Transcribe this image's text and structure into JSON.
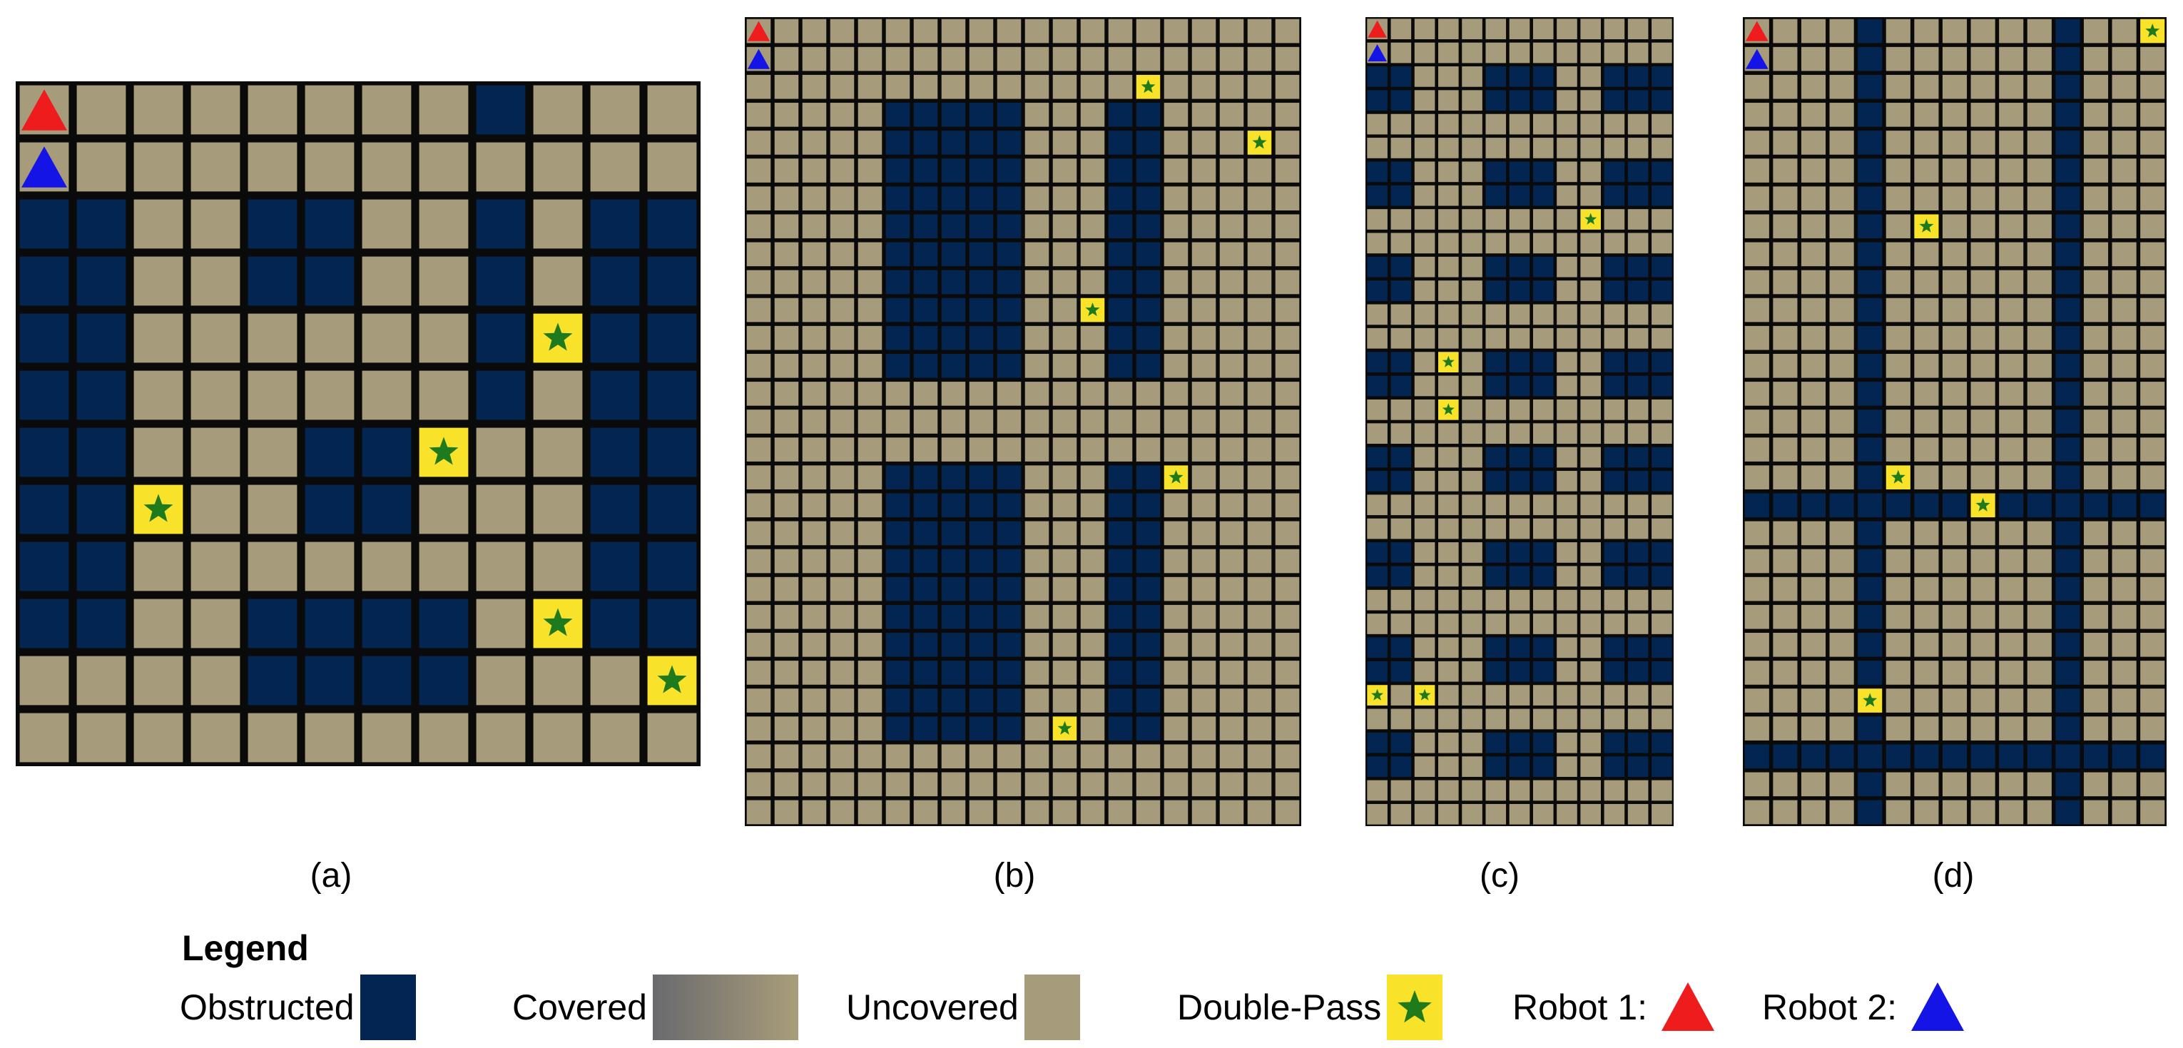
{
  "colors": {
    "obstructed": "#022551",
    "uncovered": "#a69c7c",
    "double_pass": "#f9e22a",
    "star": "#1f7a1c",
    "robot1": "#ee1c1c",
    "robot2": "#1414e6",
    "grid_line": "#0a0a0a"
  },
  "panels": [
    {
      "caption": "(a)",
      "rows": 12,
      "cols": 12,
      "obstructed_rects": [
        [
          0,
          8,
          0,
          8
        ],
        [
          2,
          0,
          9,
          1
        ],
        [
          2,
          10,
          9,
          11
        ],
        [
          2,
          4,
          3,
          5
        ],
        [
          2,
          8,
          5,
          8
        ],
        [
          6,
          5,
          7,
          6
        ],
        [
          9,
          4,
          10,
          7
        ]
      ],
      "double_pass": [
        [
          4,
          9
        ],
        [
          6,
          7
        ],
        [
          7,
          2
        ],
        [
          9,
          9
        ],
        [
          10,
          11
        ]
      ],
      "robot1": [
        0,
        0
      ],
      "robot2": [
        1,
        0
      ]
    },
    {
      "caption": "(b)",
      "rows": 29,
      "cols": 20,
      "obstructed_rects": [
        [
          3,
          5,
          12,
          9
        ],
        [
          3,
          13,
          12,
          14
        ],
        [
          16,
          5,
          25,
          9
        ],
        [
          16,
          13,
          25,
          14
        ]
      ],
      "double_pass": [
        [
          2,
          14
        ],
        [
          4,
          18
        ],
        [
          10,
          12
        ],
        [
          16,
          15
        ],
        [
          25,
          11
        ]
      ],
      "robot1": [
        0,
        0
      ],
      "robot2": [
        1,
        0
      ]
    },
    {
      "caption": "(c)",
      "rows": 34,
      "cols": 13,
      "obstructed_rects": [
        [
          2,
          0,
          3,
          1
        ],
        [
          2,
          5,
          3,
          7
        ],
        [
          2,
          10,
          3,
          12
        ],
        [
          6,
          0,
          7,
          1
        ],
        [
          6,
          5,
          7,
          7
        ],
        [
          6,
          10,
          7,
          12
        ],
        [
          10,
          0,
          11,
          1
        ],
        [
          10,
          5,
          11,
          7
        ],
        [
          10,
          10,
          11,
          12
        ],
        [
          14,
          0,
          15,
          1
        ],
        [
          14,
          5,
          15,
          7
        ],
        [
          14,
          10,
          15,
          12
        ],
        [
          18,
          0,
          19,
          1
        ],
        [
          18,
          5,
          19,
          7
        ],
        [
          18,
          10,
          19,
          12
        ],
        [
          22,
          0,
          23,
          1
        ],
        [
          22,
          5,
          23,
          7
        ],
        [
          22,
          10,
          23,
          12
        ],
        [
          26,
          0,
          27,
          1
        ],
        [
          26,
          5,
          27,
          7
        ],
        [
          26,
          10,
          27,
          12
        ],
        [
          30,
          0,
          31,
          1
        ],
        [
          30,
          5,
          31,
          7
        ],
        [
          30,
          10,
          31,
          12
        ]
      ],
      "double_pass": [
        [
          8,
          9
        ],
        [
          14,
          3
        ],
        [
          16,
          3
        ],
        [
          28,
          0
        ],
        [
          28,
          2
        ]
      ],
      "robot1": [
        0,
        0
      ],
      "robot2": [
        1,
        0
      ]
    },
    {
      "caption": "(d)",
      "rows": 29,
      "cols": 15,
      "obstructed_rects": [
        [
          0,
          4,
          28,
          4
        ],
        [
          0,
          11,
          28,
          11
        ],
        [
          17,
          0,
          17,
          14
        ],
        [
          26,
          0,
          26,
          14
        ]
      ],
      "double_pass": [
        [
          0,
          14
        ],
        [
          7,
          6
        ],
        [
          16,
          5
        ],
        [
          17,
          8
        ],
        [
          24,
          4
        ]
      ],
      "robot1": [
        0,
        0
      ],
      "robot2": [
        1,
        0
      ]
    }
  ],
  "legend": {
    "title": "Legend",
    "obstructed": "Obstructed",
    "covered": "Covered",
    "uncovered": "Uncovered",
    "double_pass": "Double-Pass",
    "robot1": "Robot 1:",
    "robot2": "Robot 2:"
  }
}
